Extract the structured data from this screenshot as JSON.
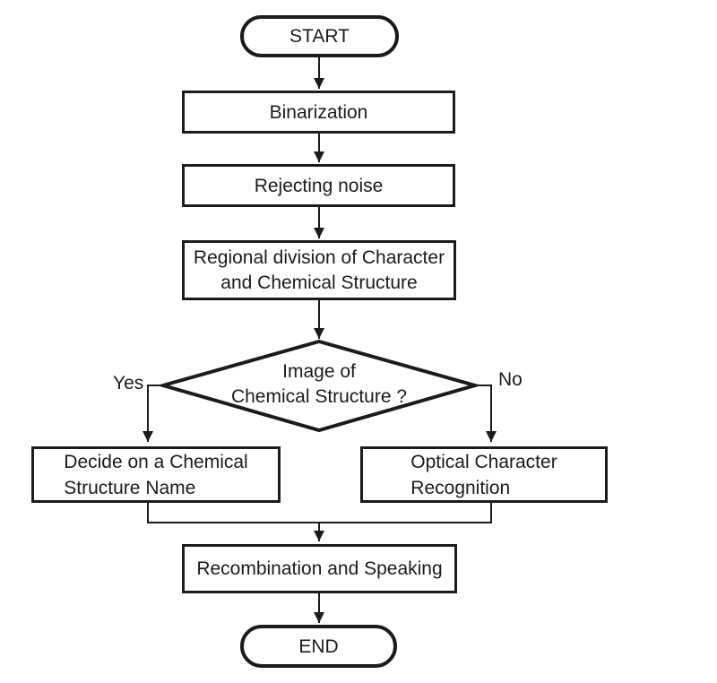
{
  "figure": {
    "type": "flowchart",
    "colors": {
      "stroke": "#1b1b1b",
      "background": "#ffffff",
      "text": "#1b1b1b"
    },
    "nodes": {
      "start": {
        "shape": "terminator",
        "label": "START"
      },
      "binarization": {
        "shape": "process",
        "label": "Binarization"
      },
      "rejecting_noise": {
        "shape": "process",
        "label": "Rejecting noise"
      },
      "regional_division": {
        "shape": "process",
        "line1": "Regional division of Character",
        "line2": "and Chemical Structure"
      },
      "decision": {
        "shape": "decision",
        "line1": "Image of",
        "line2": "Chemical Structure ?"
      },
      "decide_name": {
        "shape": "process",
        "line1": "Decide on a Chemical",
        "line2": "Structure Name"
      },
      "ocr": {
        "shape": "process",
        "line1": "Optical Character",
        "line2": "Recognition"
      },
      "recombination": {
        "shape": "process",
        "label": "Recombination and Speaking"
      },
      "end": {
        "shape": "terminator",
        "label": "END"
      }
    },
    "branch_labels": {
      "yes": "Yes",
      "no": "No"
    },
    "edges": [
      {
        "from": "start",
        "to": "binarization"
      },
      {
        "from": "binarization",
        "to": "rejecting_noise"
      },
      {
        "from": "rejecting_noise",
        "to": "regional_division"
      },
      {
        "from": "regional_division",
        "to": "decision"
      },
      {
        "from": "decision",
        "to": "decide_name",
        "label": "Yes"
      },
      {
        "from": "decision",
        "to": "ocr",
        "label": "No"
      },
      {
        "from": "decide_name",
        "to": "recombination"
      },
      {
        "from": "ocr",
        "to": "recombination"
      },
      {
        "from": "recombination",
        "to": "end"
      }
    ]
  }
}
